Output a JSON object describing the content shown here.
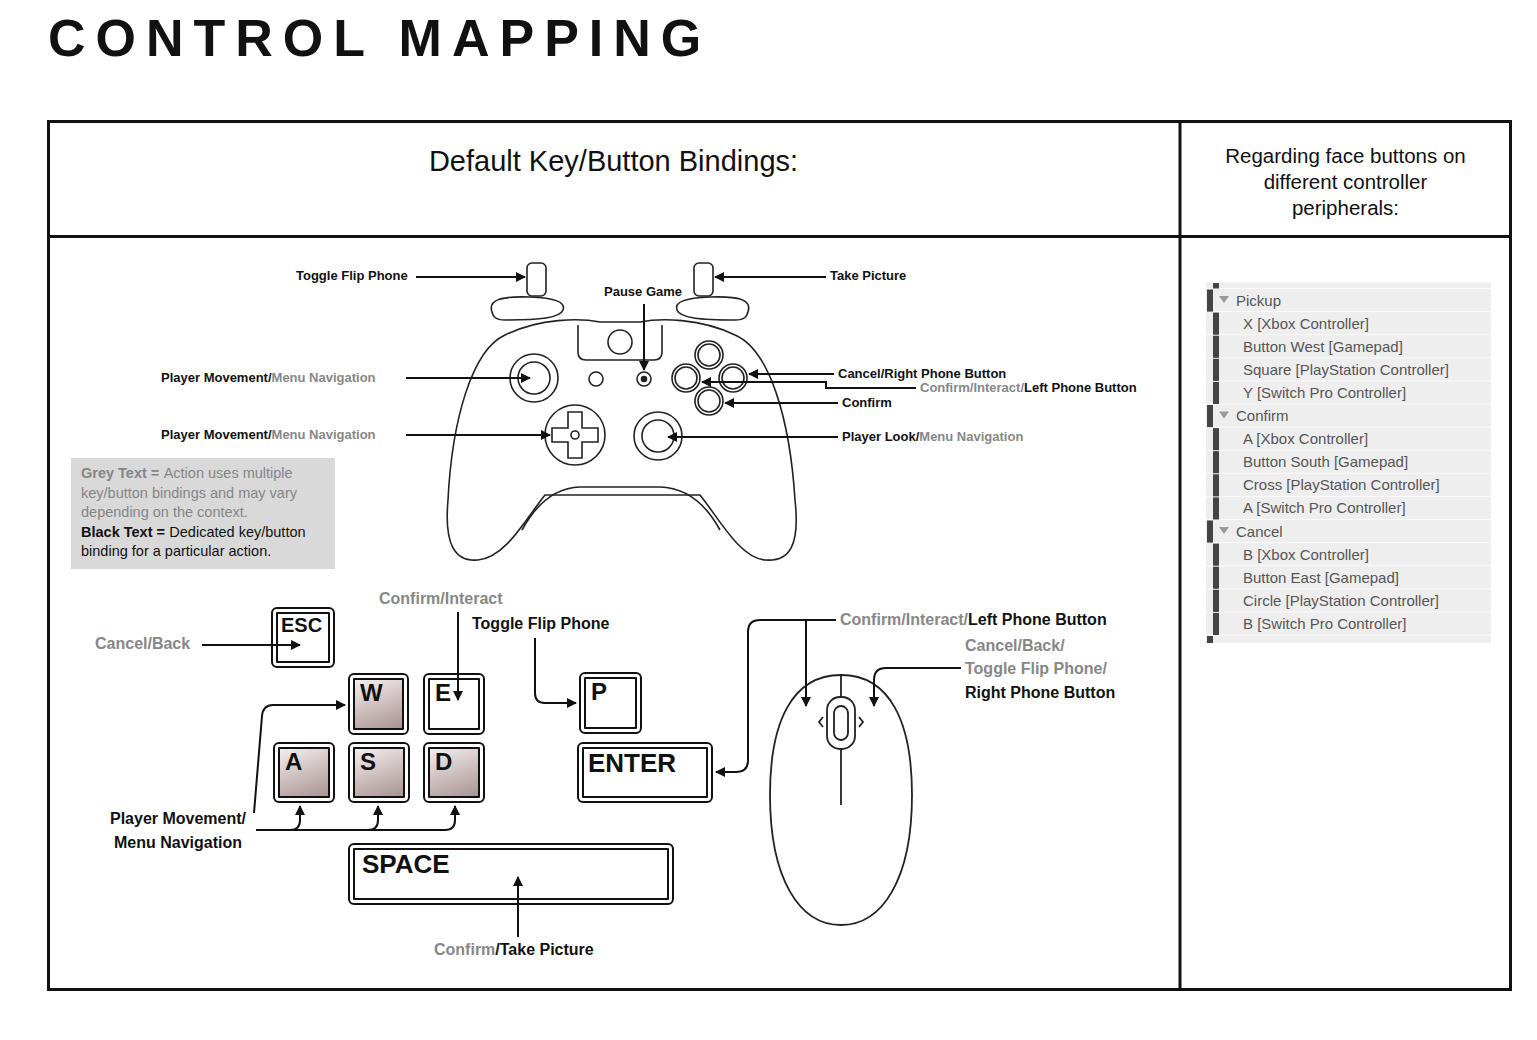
{
  "diagram": {
    "title": "CONTROL MAPPING",
    "nodes": [
      {
        "text": [
          "Default Key/Button Bindings:"
        ]
      },
      {
        "text": [
          "Regarding face buttons on different controller peripherals:"
        ]
      },
      {
        "text": [
          "Grey Text =",
          "Action uses multiple key/button bindings and may vary depending on the context.",
          "Black Text =",
          "Dedicated key/button binding for a particular action."
        ]
      },
      {
        "text": [
          "ESC"
        ]
      },
      {
        "text": [
          "W"
        ]
      },
      {
        "text": [
          "E"
        ]
      },
      {
        "text": [
          "P"
        ]
      },
      {
        "text": [
          "A"
        ]
      },
      {
        "text": [
          "S"
        ]
      },
      {
        "text": [
          "D"
        ]
      },
      {
        "text": [
          "ENTER"
        ]
      },
      {
        "text": [
          "SPACE"
        ]
      }
    ],
    "labels": [
      "Toggle Flip Phone",
      "Pause Game",
      "Take Picture",
      "Player Movement/",
      "Menu Navigation",
      "Player Movement/",
      "Menu Navigation",
      "Cancel/Right Phone Button",
      "Confirm/Interact/",
      "Left Phone Button",
      "Confirm",
      "Player Look/",
      "Menu Navigation",
      "Confirm/Interact",
      "Toggle Flip Phone",
      "Cancel/Back",
      "Player Movement/ Menu Navigation",
      "Confirm",
      "/Take Picture",
      "Confirm/Interact/",
      "Left Phone Button",
      "Cancel/Back/ Toggle Flip Phone/",
      "Right Phone Button",
      "Pickup",
      "X [Xbox Controller]",
      "Button West [Gamepad]",
      "Square [PlayStation Controller]",
      "Y [Switch Pro Controller]",
      "Confirm",
      "A [Xbox Controller]",
      "Button South [Gamepad]",
      "Cross [PlayStation Controller]",
      "A [Switch Pro Controller]",
      "Cancel",
      "B [Xbox Controller]",
      "Button East [Gamepad]",
      "Circle [PlayStation Controller]",
      "B [Switch Pro Controller]"
    ]
  }
}
